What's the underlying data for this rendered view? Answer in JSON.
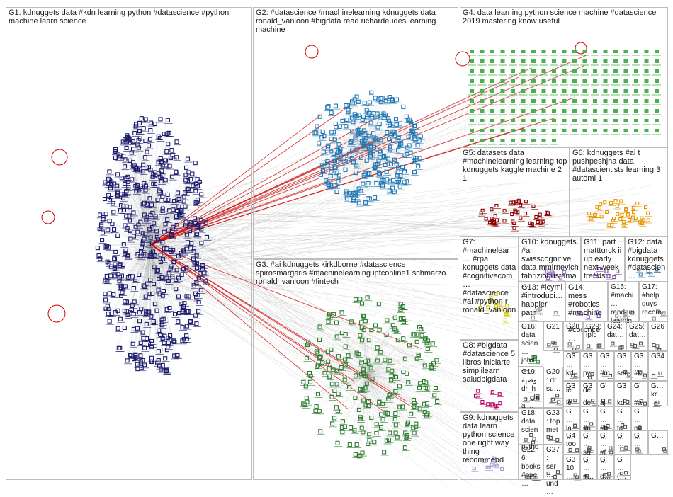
{
  "graph": {
    "groups": [
      {
        "id": "G1",
        "label": "G1: kdnuggets data #kdn learning python #datascience #python machine learn science",
        "color": "#1b1b6b",
        "nodes": 520,
        "shape": "ellipse"
      },
      {
        "id": "G2",
        "label": "G2: #datascience #machinelearning kdnuggets data ronald_vanloon #bigdata read richardeudes learning machine",
        "color": "#1f77b4",
        "nodes": 260,
        "shape": "circle"
      },
      {
        "id": "G3",
        "label": "G3: #ai kdnuggets kirkdborne #datascience spirosmargaris #machinelearning ipfconline1 schmarzo ronald_vanloon #fintech",
        "color": "#2e7d32",
        "nodes": 230,
        "shape": "circle"
      },
      {
        "id": "G4",
        "label": "G4: data learning python science machine #datascience 2019 mastering know useful",
        "color": "#4caf50",
        "nodes": 180,
        "shape": "grid"
      },
      {
        "id": "G5",
        "label": "G5: datasets data #machinelearning learning top kdnuggets kaggle machine 2 1",
        "color": "#8b0000",
        "nodes": 45,
        "shape": "cluster"
      },
      {
        "id": "G6",
        "label": "G6: kdnuggets #ai t pushpeshjha data #datascientists learning 3 automl 1",
        "color": "#e69500",
        "nodes": 40,
        "shape": "cluster"
      },
      {
        "id": "G7",
        "label": "G7: #machinelear… #rpa kdnuggets data #cognitivecom… #datascience #ai #python r ronald_vanloon",
        "color": "#d4c400",
        "nodes": 12,
        "shape": "cluster"
      },
      {
        "id": "G8",
        "label": "G8: #bigdata #datascience 5 libros iniciarte simplilearn saludbigdata",
        "color": "#b00060",
        "nodes": 12,
        "shape": "cluster"
      },
      {
        "id": "G9",
        "label": "G9: kdnuggets data learn python science one right way thing recommend",
        "color": "#a0a0d0",
        "nodes": 10,
        "shape": "cluster"
      },
      {
        "id": "G10",
        "label": "G10: kdnuggets #ai swisscognitive data mmirnevich fabriziobustama…",
        "color": "#9c6bc4",
        "nodes": 8,
        "shape": "cluster"
      },
      {
        "id": "G11",
        "label": "G11: part mattturck ii up early next week trends",
        "color": "#7a3aa0",
        "nodes": 6,
        "shape": "cluster"
      },
      {
        "id": "G12",
        "label": "G12: data #bigdata kdnuggets #datascien…",
        "color": "#4682b4",
        "nodes": 6,
        "shape": "cluster"
      },
      {
        "id": "G13",
        "label": "G13: #icymi #introduci… happier path…",
        "color": "#999999",
        "nodes": 5,
        "shape": "cluster"
      },
      {
        "id": "G14",
        "label": "G14: mess #robotics #machine… #corpnce…",
        "color": "#7e57c2",
        "nodes": 5,
        "shape": "cluster"
      },
      {
        "id": "G15",
        "label": "G15: #machi… random learnin…",
        "color": "#999999",
        "nodes": 5,
        "shape": "cluster"
      },
      {
        "id": "G16",
        "label": "G16: data scien… jobs…",
        "color": "#2e7d32",
        "nodes": 5,
        "shape": "cluster"
      },
      {
        "id": "G17",
        "label": "G17: #help guys recom…",
        "color": "#999999",
        "nodes": 4,
        "shape": "cluster"
      },
      {
        "id": "G18",
        "label": "G18: data scien… pytho…",
        "color": "#555555",
        "nodes": 4,
        "shape": "cluster"
      },
      {
        "id": "G19",
        "label": "G19: توصية dr_h… هل ai…",
        "color": "#555555",
        "nodes": 4,
        "shape": "cluster"
      },
      {
        "id": "G20",
        "label": "G20: dr su…",
        "color": "#555555",
        "nodes": 4,
        "shape": "cluster"
      },
      {
        "id": "G21",
        "label": "G21",
        "color": "#555555",
        "nodes": 4,
        "shape": "cluster"
      },
      {
        "id": "G22",
        "label": "G22: 6 books #ope…",
        "color": "#555555",
        "nodes": 4,
        "shape": "cluster"
      },
      {
        "id": "G23",
        "label": "G23: top met…",
        "color": "#555555",
        "nodes": 3,
        "shape": "cluster"
      },
      {
        "id": "G24",
        "label": "G24: dat…",
        "color": "#555555",
        "nodes": 3,
        "shape": "cluster"
      },
      {
        "id": "G25",
        "label": "G25: dat…",
        "color": "#555555",
        "nodes": 3,
        "shape": "cluster"
      },
      {
        "id": "G26",
        "label": "G26:",
        "color": "#555555",
        "nodes": 3,
        "shape": "cluster"
      },
      {
        "id": "G27",
        "label": "G27: ser… und…",
        "color": "#555555",
        "nodes": 3,
        "shape": "cluster"
      },
      {
        "id": "G28",
        "label": "G28",
        "color": "#555555",
        "nodes": 3,
        "shape": "cluster"
      },
      {
        "id": "G29",
        "label": "G29: ipfc…",
        "color": "#555555",
        "nodes": 3,
        "shape": "cluster"
      },
      {
        "id": "G30",
        "label": "G3… kd… le…",
        "color": "#555555",
        "nodes": 2,
        "shape": "cluster"
      },
      {
        "id": "G31",
        "label": "G3… py… de…",
        "color": "#555555",
        "nodes": 2,
        "shape": "cluster"
      },
      {
        "id": "G32",
        "label": "G3… #m…",
        "color": "#555555",
        "nodes": 2,
        "shape": "cluster"
      },
      {
        "id": "G33",
        "label": "G3… ser…",
        "color": "#555555",
        "nodes": 2,
        "shape": "cluster"
      },
      {
        "id": "G34",
        "label": "G3… #k…",
        "color": "#555555",
        "nodes": 2,
        "shape": "cluster"
      },
      {
        "id": "G35",
        "label": "G34",
        "color": "#555555",
        "nodes": 2,
        "shape": "cluster"
      },
      {
        "id": "G36",
        "label": "G3… le…",
        "color": "#555555",
        "nodes": 2,
        "shape": "cluster"
      },
      {
        "id": "G37",
        "label": "G3… de…",
        "color": "#555555",
        "nodes": 2,
        "shape": "cluster"
      },
      {
        "id": "G38",
        "label": "G… aj…",
        "color": "#555555",
        "nodes": 2,
        "shape": "cluster"
      },
      {
        "id": "G39",
        "label": "G3… kd…",
        "color": "#555555",
        "nodes": 2,
        "shape": "cluster"
      },
      {
        "id": "G40",
        "label": "G… #a…",
        "color": "#555555",
        "nodes": 2,
        "shape": "cluster"
      },
      {
        "id": "G41",
        "label": "G… kr…",
        "color": "#555555",
        "nodes": 2,
        "shape": "cluster"
      },
      {
        "id": "G42",
        "label": "G… la…",
        "color": "#555555",
        "nodes": 2,
        "shape": "cluster"
      },
      {
        "id": "G43",
        "label": "G4 too",
        "color": "#555555",
        "nodes": 2,
        "shape": "cluster"
      },
      {
        "id": "G44",
        "label": "G… #a…",
        "color": "#555555",
        "nodes": 2,
        "shape": "cluster"
      },
      {
        "id": "G45",
        "label": "G… #b…",
        "color": "#555555",
        "nodes": 2,
        "shape": "cluster"
      },
      {
        "id": "G46",
        "label": "G… ta…",
        "color": "#555555",
        "nodes": 2,
        "shape": "cluster"
      },
      {
        "id": "G47",
        "label": "G… m…",
        "color": "#555555",
        "nodes": 2,
        "shape": "cluster"
      },
      {
        "id": "G48",
        "label": "G3 10…",
        "color": "#555555",
        "nodes": 2,
        "shape": "cluster"
      },
      {
        "id": "G49",
        "label": "G… sa…",
        "color": "#555555",
        "nodes": 2,
        "shape": "cluster"
      },
      {
        "id": "G50",
        "label": "G… #f…",
        "color": "#555555",
        "nodes": 2,
        "shape": "cluster"
      },
      {
        "id": "G51",
        "label": "G…",
        "color": "#555555",
        "nodes": 2,
        "shape": "cluster"
      },
      {
        "id": "G52",
        "label": "G…",
        "color": "#555555",
        "nodes": 2,
        "shape": "cluster"
      },
      {
        "id": "G53",
        "label": "G…",
        "color": "#555555",
        "nodes": 2,
        "shape": "cluster"
      },
      {
        "id": "G54",
        "label": "G… #…",
        "color": "#555555",
        "nodes": 2,
        "shape": "cluster"
      },
      {
        "id": "G55",
        "label": "G… d…",
        "color": "#555555",
        "nodes": 2,
        "shape": "cluster"
      },
      {
        "id": "G56",
        "label": "G… (…",
        "color": "#555555",
        "nodes": 2,
        "shape": "cluster"
      }
    ],
    "edge_color": "#9e9e9e",
    "highlight_edge_color": "#cc0000"
  }
}
